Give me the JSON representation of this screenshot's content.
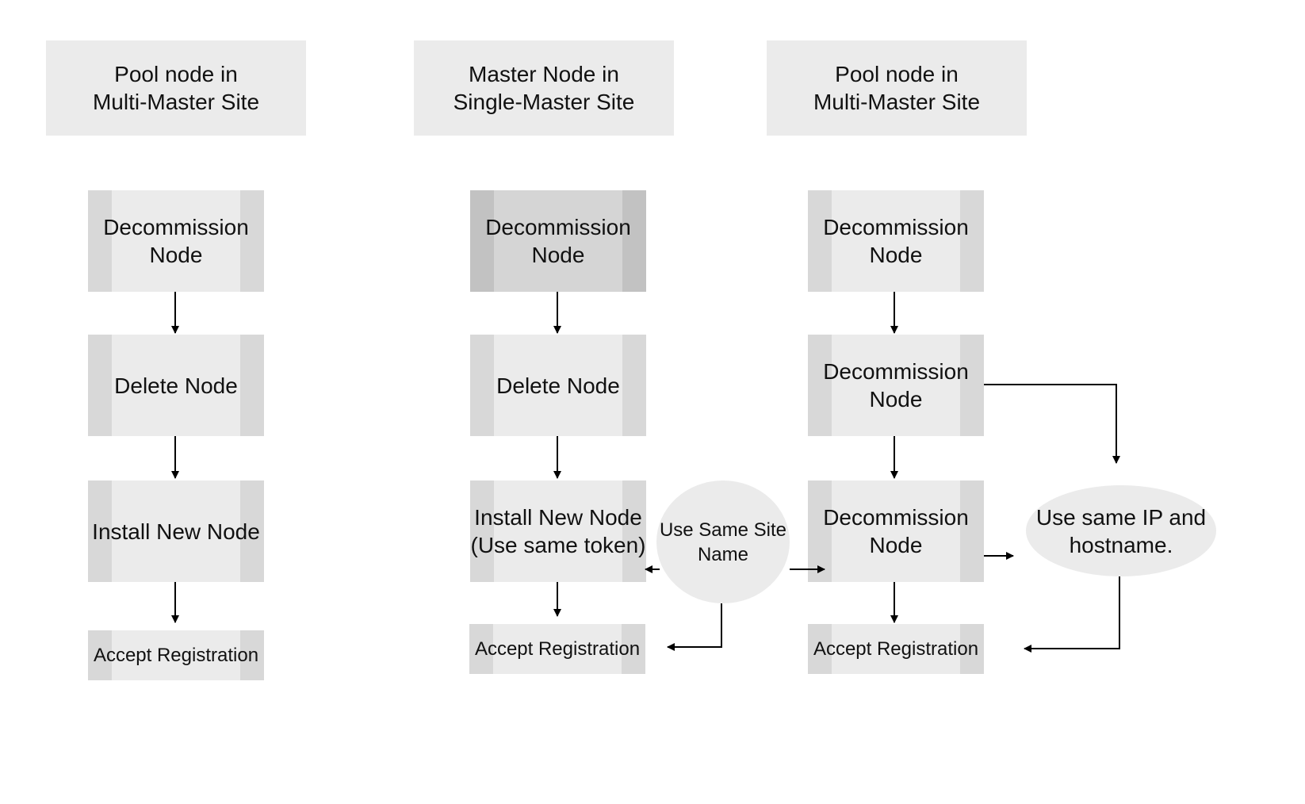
{
  "columns": [
    {
      "header": "Pool node in\nMulti-Master Site",
      "steps": [
        "Decommission\nNode",
        "Delete Node",
        "Install New Node",
        "Accept Registration"
      ]
    },
    {
      "header": "Master Node in\nSingle-Master Site",
      "steps": [
        "Decommission\nNode",
        "Delete Node",
        "Install New Node\n(Use same token)",
        "Accept Registration"
      ]
    },
    {
      "header": "Pool node in\nMulti-Master Site",
      "steps": [
        "Decommission\nNode",
        "Decommission\nNode",
        "Decommission\nNode",
        "Accept Registration"
      ]
    }
  ],
  "notes": {
    "site_name": "Use Same Site\nName",
    "ip_hostname": "Use same IP and\nhostname."
  },
  "colors": {
    "box_fill": "#ebebeb",
    "box_side": "#d8d8d8",
    "highlight_fill": "#d5d5d5",
    "arrow": "#000000"
  }
}
